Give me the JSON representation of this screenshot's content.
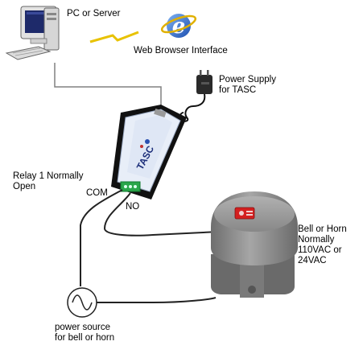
{
  "labels": {
    "pc": "PC or Server",
    "browser": "Web Browser Interface",
    "power_supply": [
      "Power Supply",
      "for TASC"
    ],
    "relay": [
      "Relay 1 Normally",
      "Open"
    ],
    "com": "COM",
    "no": "NO",
    "bell": [
      "Bell or Horn",
      "Normally",
      "110VAC or",
      "24VAC"
    ],
    "power_source": [
      "power source",
      "for bell or horn"
    ]
  },
  "device": {
    "brand": "TASC"
  },
  "colors": {
    "wire": "#222222",
    "network_line": "#808080",
    "link_zigzag": "#e8c200",
    "device_body": "#e8eef8",
    "device_frame": "#1a1a1a",
    "terminal_block": "#2aa64a",
    "bell_body": "#8c8c8c",
    "bell_badge": "#d42020",
    "browser_icon": "#2f6fd6"
  },
  "icons": [
    "computer-icon",
    "web-browser-icon",
    "power-adapter-icon",
    "tasc-device-icon",
    "bell-icon",
    "ac-source-icon"
  ]
}
